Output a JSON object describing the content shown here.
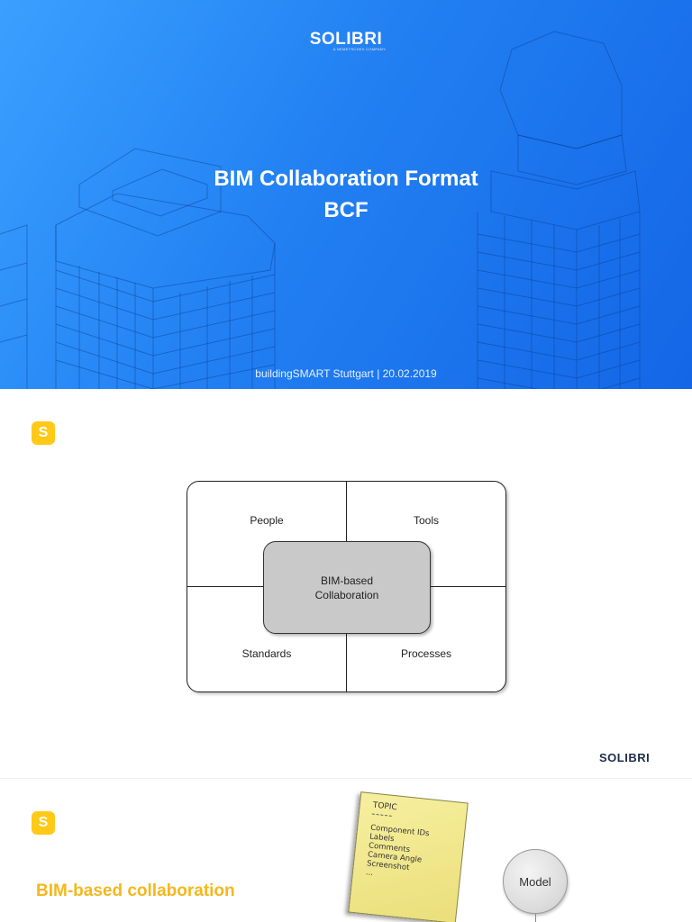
{
  "slide1": {
    "logo": "SOLIBRI",
    "logo_tagline": "A NEMETSCHEK COMPANY",
    "title_line1": "BIM Collaboration Format",
    "title_line2": "BCF",
    "footer": "buildingSMART Stuttgart | 20.02.2019",
    "colors": {
      "bg_light": "#3aa0ff",
      "bg_dark": "#1466e6"
    }
  },
  "slide2": {
    "badge": "S",
    "diagram": {
      "top_left": "People",
      "top_right": "Tools",
      "bottom_left": "Standards",
      "bottom_right": "Processes",
      "center_line1": "BIM-based",
      "center_line2": "Collaboration"
    },
    "logo": "SOLIBRI",
    "colors": {
      "badge": "#ffc918",
      "logo": "#1f2d4d"
    }
  },
  "slide3": {
    "badge": "S",
    "heading": "BIM-based collaboration",
    "note": {
      "title": "TOPIC",
      "items": [
        "Component IDs",
        "Labels",
        "Comments",
        "Camera Angle",
        "Screenshot",
        "..."
      ]
    },
    "model_label": "Model",
    "colors": {
      "heading": "#f4b81d"
    }
  }
}
